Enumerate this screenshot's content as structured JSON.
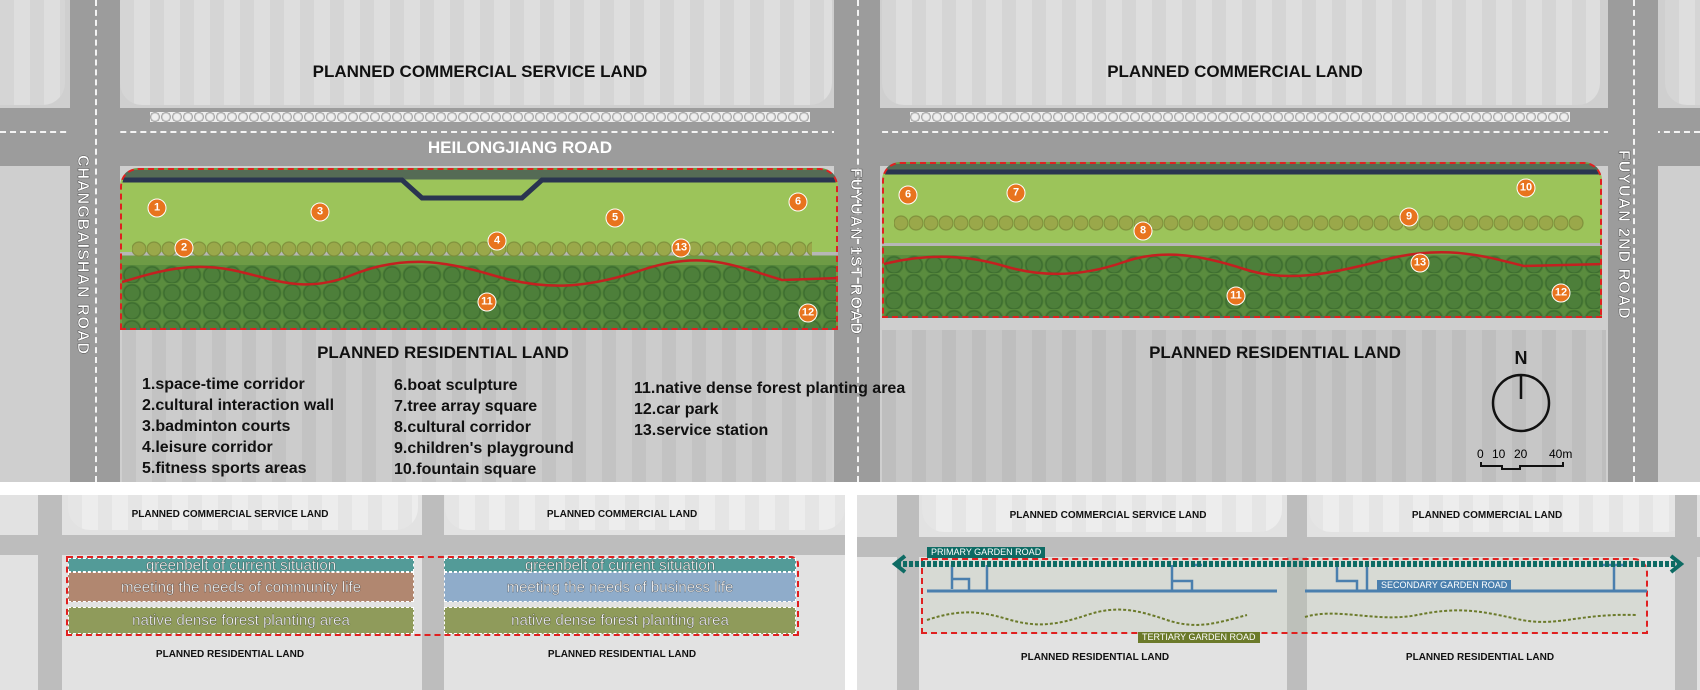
{
  "main_plan": {
    "land_labels": {
      "top_left": "PLANNED COMMERCIAL SERVICE LAND",
      "top_right": "PLANNED COMMERCIAL LAND",
      "bottom_left": "PLANNED RESIDENTIAL LAND",
      "bottom_right": "PLANNED RESIDENTIAL LAND"
    },
    "roads": {
      "horizontal": "HEILONGJIANG ROAD",
      "left": "CHANGBAISHAN ROAD",
      "middle": "FUYUAN 1ST ROAD",
      "right": "FUYUAN 2ND ROAD"
    },
    "markers_left": [
      "1",
      "2",
      "3",
      "4",
      "5",
      "6",
      "11",
      "12",
      "13"
    ],
    "markers_right": [
      "6",
      "7",
      "8",
      "9",
      "10",
      "11",
      "12",
      "13"
    ],
    "legend": {
      "col1": [
        "1.space-time corridor",
        "2.cultural interaction wall",
        "3.badminton courts",
        "4.leisure corridor",
        "5.fitness sports areas"
      ],
      "col2": [
        "6.boat sculpture",
        "7.tree array square",
        "8.cultural corridor",
        "9.children's playground",
        "10.fountain square"
      ],
      "col3": [
        "11.native dense forest planting area",
        "12.car park",
        "13.service station"
      ]
    },
    "north": "N",
    "scale": {
      "ticks": [
        "0",
        "10",
        "20",
        "40m"
      ]
    }
  },
  "zoning_diagram": {
    "land_labels": {
      "top_left": "PLANNED COMMERCIAL SERVICE LAND",
      "top_right": "PLANNED COMMERCIAL LAND",
      "bottom_left": "PLANNED RESIDENTIAL LAND",
      "bottom_right": "PLANNED RESIDENTIAL LAND"
    },
    "bands_left": [
      "greenbelt of current situation",
      "meeting the needs of community life",
      "native dense forest planting area"
    ],
    "bands_right": [
      "greenbelt of current situation",
      "meeting the needs of business life",
      "native dense forest planting area"
    ],
    "colors": {
      "greenbelt": "#2f8a86",
      "community": "#a0684a",
      "business": "#7a9fc4",
      "forest": "#7a8a3a"
    }
  },
  "road_diagram": {
    "land_labels": {
      "top_left": "PLANNED COMMERCIAL SERVICE LAND",
      "top_right": "PLANNED COMMERCIAL LAND",
      "bottom_left": "PLANNED RESIDENTIAL LAND",
      "bottom_right": "PLANNED RESIDENTIAL LAND"
    },
    "primary": "PRIMARY GARDEN ROAD",
    "secondary": "SECONDARY GARDEN ROAD",
    "tertiary": "TERTIARY GARDEN ROAD",
    "colors": {
      "primary": "#0e6b64",
      "secondary": "#4a7fae",
      "tertiary": "#6b7a2a",
      "boundary": "#e02020"
    }
  }
}
